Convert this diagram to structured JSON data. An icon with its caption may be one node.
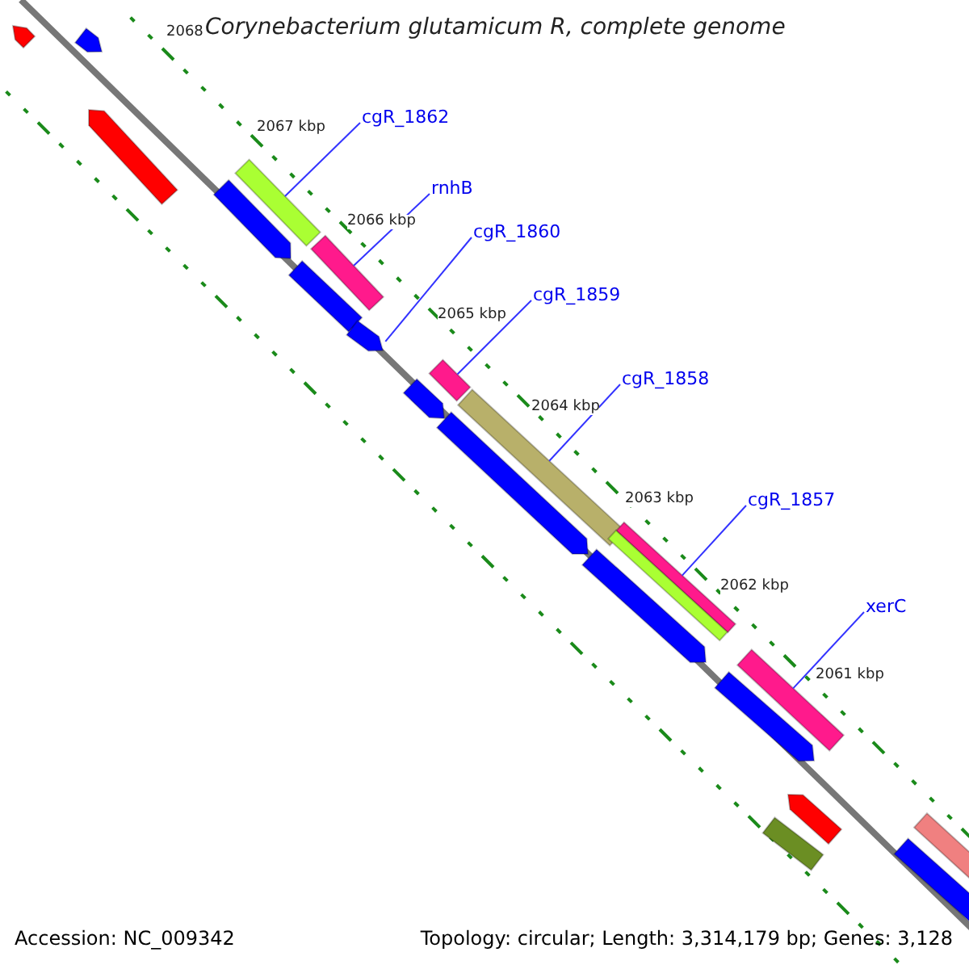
{
  "diagram": {
    "title": "Corynebacterium glutamicum R, complete genome",
    "nodes": [
      {
        "text": [],
        "shape": "bar"
      },
      {
        "text": [],
        "shape": "bar"
      },
      {
        "text": [],
        "shape": "bar"
      },
      {
        "text": [],
        "shape": "bar"
      },
      {
        "text": [],
        "shape": "bar"
      },
      {
        "text": [],
        "shape": "bar"
      },
      {
        "text": [],
        "shape": "bar"
      },
      {
        "text": [],
        "shape": "bar"
      },
      {
        "text": [],
        "shape": "bar"
      },
      {
        "text": [],
        "shape": "bar"
      },
      {
        "text": [],
        "shape": "bar"
      },
      {
        "text": [],
        "shape": "bar"
      },
      {
        "text": [],
        "shape": "bar"
      },
      {
        "text": [],
        "shape": "bar"
      },
      {
        "text": [],
        "shape": "bar"
      },
      {
        "text": [],
        "shape": "bar"
      },
      {
        "text": [],
        "shape": "bar"
      },
      {
        "text": [],
        "shape": "bar"
      },
      {
        "text": [],
        "shape": "bar"
      },
      {
        "text": [],
        "shape": "bar"
      },
      {
        "text": [],
        "shape": "bar"
      },
      {
        "text": [
          "cgR_1862"
        ]
      },
      {
        "text": [
          "rnhB"
        ]
      },
      {
        "text": [
          "cgR_1860"
        ]
      },
      {
        "text": [
          "cgR_1859"
        ]
      },
      {
        "text": [
          "cgR_1858"
        ]
      },
      {
        "text": [
          "cgR_1857"
        ]
      },
      {
        "text": [
          "xerC"
        ]
      }
    ],
    "edges": [
      {
        "from": 21,
        "to": 3,
        "arrow": "none"
      },
      {
        "from": 22,
        "to": 5,
        "arrow": "none"
      },
      {
        "from": 23,
        "to": 7,
        "arrow": "none"
      },
      {
        "from": 24,
        "to": 8,
        "arrow": "none"
      },
      {
        "from": 25,
        "to": 10,
        "arrow": "none"
      },
      {
        "from": 26,
        "to": 12,
        "arrow": "none"
      },
      {
        "from": 27,
        "to": 15,
        "arrow": "none"
      }
    ],
    "labels": [
      "2068",
      "2067 kbp",
      "2066 kbp",
      "2065 kbp",
      "2064 kbp",
      "2063 kbp",
      "2062 kbp",
      "2061 kbp",
      "Accession: NC_009342",
      "Topology: circular; Length: 3,314,179 bp; Genes: 3,128"
    ]
  }
}
